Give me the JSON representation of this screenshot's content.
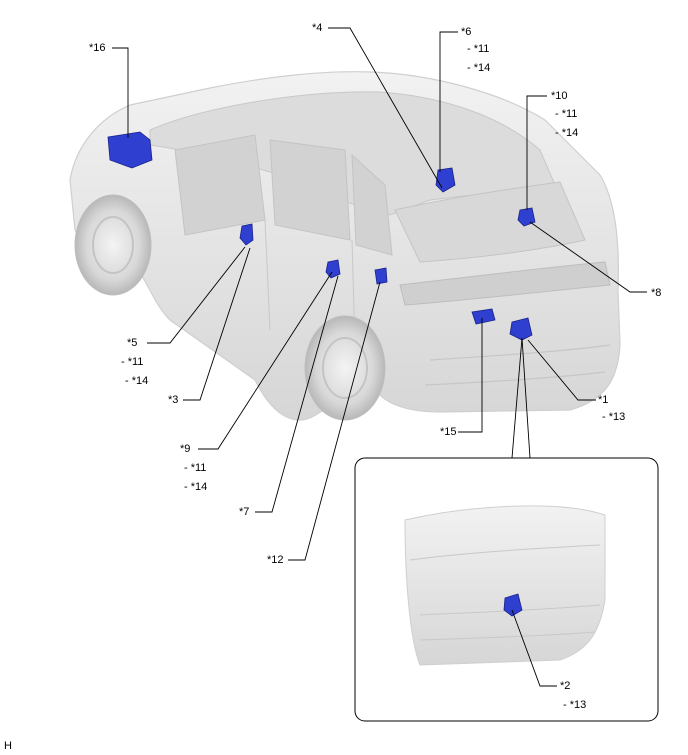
{
  "callouts": {
    "c1": {
      "label": "*1",
      "subs": [
        "- *13"
      ]
    },
    "c2": {
      "label": "*2",
      "subs": [
        "- *13"
      ]
    },
    "c3": {
      "label": "*3",
      "subs": []
    },
    "c4": {
      "label": "*4",
      "subs": []
    },
    "c5": {
      "label": "*5",
      "subs": [
        "- *11",
        "- *14"
      ]
    },
    "c6": {
      "label": "*6",
      "subs": [
        "- *11",
        "- *14"
      ]
    },
    "c7": {
      "label": "*7",
      "subs": []
    },
    "c8": {
      "label": "*8",
      "subs": []
    },
    "c9": {
      "label": "*9",
      "subs": [
        "- *11",
        "- *14"
      ]
    },
    "c10": {
      "label": "*10",
      "subs": [
        "- *11",
        "- *14"
      ]
    },
    "c12": {
      "label": "*12",
      "subs": []
    },
    "c15": {
      "label": "*15",
      "subs": []
    },
    "c16": {
      "label": "*16",
      "subs": []
    }
  },
  "corner_mark": "H",
  "colors": {
    "component": "#2f3fcf",
    "car_body": "#e4e4e4",
    "leader": "#000000"
  }
}
